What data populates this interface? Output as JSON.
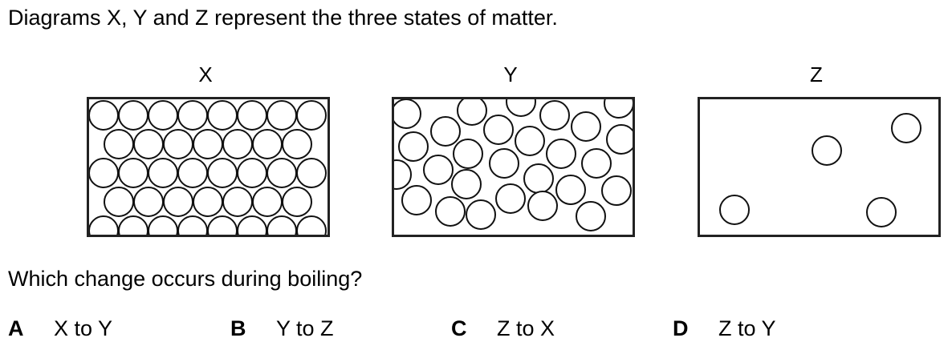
{
  "question": {
    "intro": "Diagrams X, Y and Z represent the three states of matter.",
    "prompt": "Which change occurs during boiling?"
  },
  "diagrams": [
    {
      "label": "X",
      "arrangement": "closely packed regular rows"
    },
    {
      "label": "Y",
      "arrangement": "close together, random"
    },
    {
      "label": "Z",
      "arrangement": "far apart, random"
    }
  ],
  "options": [
    {
      "letter": "A",
      "text": "X to Y"
    },
    {
      "letter": "B",
      "text": "Y to Z"
    },
    {
      "letter": "C",
      "text": "Z to X"
    },
    {
      "letter": "D",
      "text": "Z to Y"
    }
  ]
}
